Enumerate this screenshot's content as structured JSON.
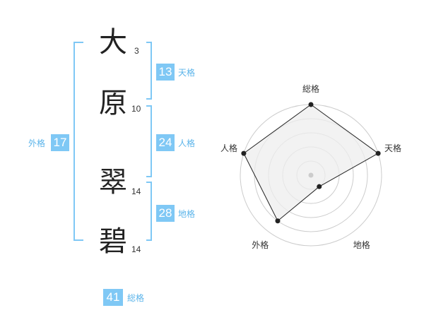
{
  "name": {
    "chars": [
      {
        "char": "大",
        "strokes": "3"
      },
      {
        "char": "原",
        "strokes": "10"
      },
      {
        "char": "翠",
        "strokes": "14"
      },
      {
        "char": "碧",
        "strokes": "14"
      }
    ]
  },
  "fortunes": {
    "tenkaku": {
      "value": "13",
      "label": "天格"
    },
    "jinkaku": {
      "value": "24",
      "label": "人格"
    },
    "chikaku": {
      "value": "28",
      "label": "地格"
    },
    "gaikaku": {
      "value": "17",
      "label": "外格"
    },
    "soukaku": {
      "value": "41",
      "label": "総格"
    }
  },
  "colors": {
    "accent": "#7fc8f5",
    "bracket": "#7fc8f5",
    "label": "#5bb4ea",
    "radar_fill": "#eeeeee",
    "radar_stroke": "#222222",
    "grid": "#cccccc"
  },
  "chart_data": {
    "type": "radar",
    "axes": [
      "総格",
      "天格",
      "地格",
      "外格",
      "人格"
    ],
    "values": [
      5,
      5,
      1,
      4,
      5
    ],
    "range": [
      0,
      5
    ],
    "rings": 5
  }
}
